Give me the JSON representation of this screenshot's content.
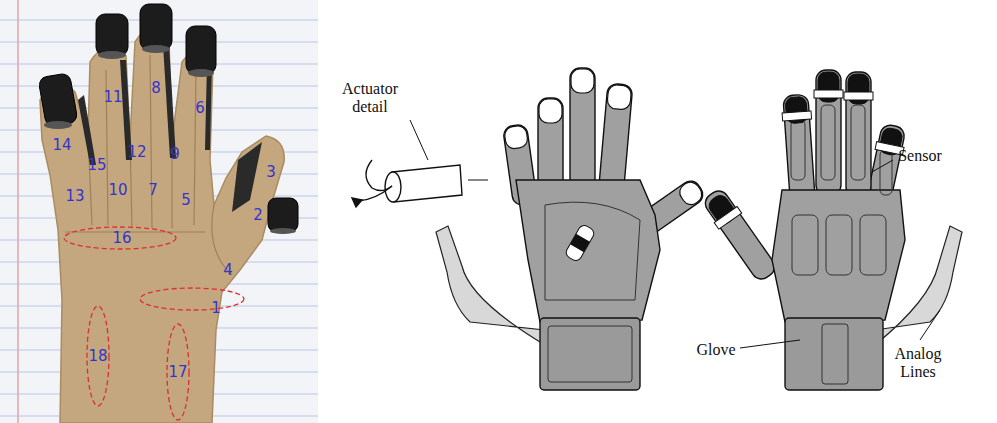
{
  "diagram": {
    "labels": [
      "1",
      "2",
      "3",
      "4",
      "5",
      "6",
      "7",
      "8",
      "9",
      "10",
      "11",
      "12",
      "13",
      "14",
      "15",
      "16",
      "17",
      "18",
      "Actuator detail",
      "Sensor",
      "Glove",
      "Analog Lines"
    ]
  }
}
